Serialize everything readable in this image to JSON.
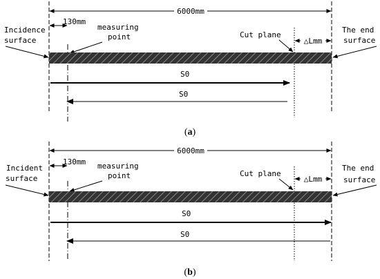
{
  "panel_a": {
    "length": "6000mm",
    "left_surface": [
      "Incidence",
      "surface"
    ],
    "offset": "130mm",
    "measuring_point": [
      "measuring",
      "point"
    ],
    "cut_plane": "Cut plane",
    "delta": "△Lmm",
    "right_surface": [
      "The end",
      "surface"
    ],
    "arrow_forward": "S0",
    "arrow_back": "S0",
    "caption_open": "(",
    "caption_letter": "a",
    "caption_close": ")"
  },
  "panel_b": {
    "length": "6000mm",
    "left_surface": [
      "Incident",
      "surface"
    ],
    "offset": "130mm",
    "measuring_point": [
      "measuring",
      "point"
    ],
    "cut_plane": "Cut plane",
    "delta": "△Lmm",
    "right_surface": [
      "The end",
      "surface"
    ],
    "arrow_forward": "S0",
    "arrow_back": "S0",
    "caption_open": "(",
    "caption_letter": "b",
    "caption_close": ")"
  },
  "colors": {
    "bar_fill": "#333333",
    "hatch": "#8a8a8a",
    "line": "#000000"
  }
}
